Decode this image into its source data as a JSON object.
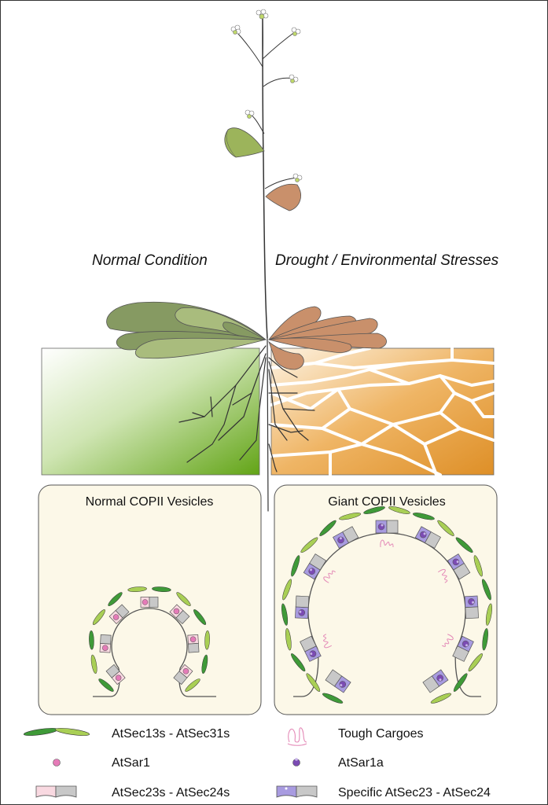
{
  "conditions": {
    "normal": "Normal Condition",
    "stress": "Drought / Environmental Stresses"
  },
  "panels": {
    "normal_title": "Normal COPII Vesicles",
    "giant_title": "Giant COPII Vesicles"
  },
  "legend": {
    "sec13_sec31": "AtSec13s - AtSec31s",
    "sar1": "AtSar1",
    "sec23_sec24": "AtSec23s - AtSec24s",
    "cargoes": "Tough Cargoes",
    "sar1a": "AtSar1a",
    "specific_sec23_sec24": "Specific AtSec23 - AtSec24"
  },
  "colors": {
    "soil_normal": "#6aa81c",
    "soil_drought": "#e0952e",
    "leaf_green_dark": "#869a62",
    "leaf_green_light": "#a9bc7d",
    "leaf_drought": "#c9906b",
    "panel_bg": "#fcf8e8",
    "sec13": "#3f9a38",
    "sec31": "#a9cf55",
    "sar1": "#e57bb8",
    "sar1a": "#7b4bb3",
    "sec23_pink": "#f9d9e1",
    "sec24_grey": "#c8c8c8",
    "specific_sec23": "#a89be0",
    "cargo": "#e48bb8"
  }
}
